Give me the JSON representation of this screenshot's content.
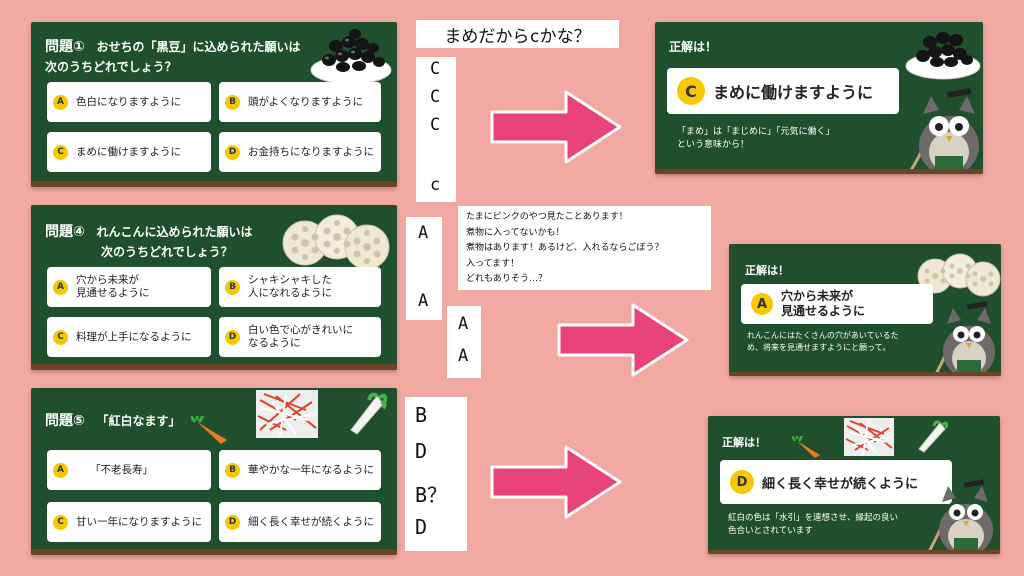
{
  "q1": {
    "num": "問題①",
    "text1": "おせちの「黒豆」に込められた願いは",
    "text2": "次のうちどれでしょう？",
    "options": [
      {
        "letter": "A",
        "text": "色白になりますように"
      },
      {
        "letter": "B",
        "text": "頭がよくなりますように"
      },
      {
        "letter": "C",
        "text": "まめに働けますように"
      },
      {
        "letter": "D",
        "text": "お金持ちになりますように"
      }
    ]
  },
  "q4": {
    "num": "問題④",
    "text1": "れんこんに込められた願いは",
    "text2": "次のうちどれでしょう？",
    "options": [
      {
        "letter": "A",
        "line1": "穴から未来が",
        "line2": "見通せるように"
      },
      {
        "letter": "B",
        "line1": "シャキシャキした",
        "line2": "人になれるように"
      },
      {
        "letter": "C",
        "line1": "料理が上手になるように",
        "line2": ""
      },
      {
        "letter": "D",
        "line1": "白い色で心がきれいに",
        "line2": "なるように"
      }
    ]
  },
  "q5": {
    "num": "問題⑤",
    "text1": "「紅白なます」",
    "options": [
      {
        "letter": "A",
        "text": "「不老長寿」"
      },
      {
        "letter": "B",
        "text": "華やかな一年になるように"
      },
      {
        "letter": "C",
        "text": "甘い一年になりますように"
      },
      {
        "letter": "D",
        "text": "細く長く幸せが続くように"
      }
    ]
  },
  "notes": {
    "top_comment": "まめだからcかな？",
    "col1": [
      "C",
      "C",
      "C",
      "c"
    ],
    "col2": [
      "A",
      "A"
    ],
    "col3": [
      "A",
      "A"
    ],
    "col4": [
      "B",
      "D",
      "B？",
      "D"
    ],
    "comments": [
      "たまにピンクのやつ見たことあります！",
      "煮物に入ってないかも！",
      "煮物はあります！あるけど、入れるならごぼう？",
      "入ってます！",
      "どれもありそう…？"
    ]
  },
  "a1": {
    "title": "正解は！",
    "letter": "C",
    "text": "まめに働けますように",
    "expl1": "「まめ」は「まじめに」「元気に働く」",
    "expl2": "という意味から！"
  },
  "a4": {
    "title": "正解は！",
    "letter": "A",
    "line1": "穴から未来が",
    "line2": "見通せるように",
    "expl1": "れんこんにはたくさんの穴があいているた",
    "expl2": "め、将来を見通せますようにと願って。"
  },
  "a5": {
    "title": "正解は！",
    "letter": "D",
    "text": "細く長く幸せが続くように",
    "expl1": "紅白の色は「水引」を連想させ、縁起の良い",
    "expl2": "色合いとされています"
  },
  "colors": {
    "board": "#1f4f2c",
    "background": "#f2a9a2",
    "badge": "#f5c900",
    "arrow": "#e8437a"
  }
}
